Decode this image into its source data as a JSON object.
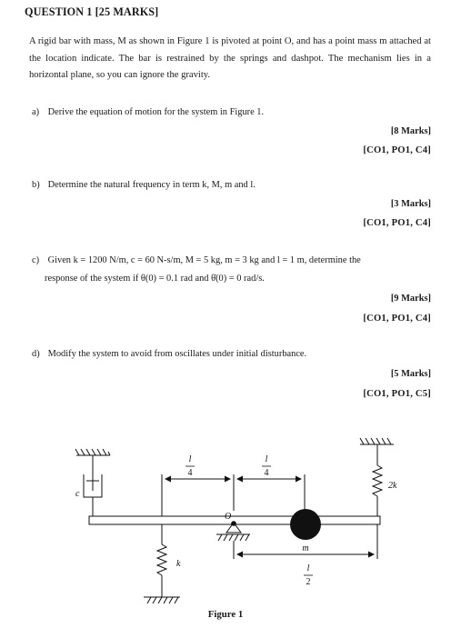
{
  "title": "QUESTION 1 [25 MARKS]",
  "intro": "A rigid bar with mass, M as shown in Figure 1 is pivoted at point O, and has a point mass m attached at the location indicate. The bar is restrained by the springs and dashpot. The mechanism lies in a horizontal plane, so you can ignore the gravity.",
  "questions": [
    {
      "label": "a)",
      "text": "Derive the equation of motion for the system in Figure 1.",
      "marks": "[8 Marks]",
      "co": "[CO1, PO1, C4]"
    },
    {
      "label": "b)",
      "text": "Determine the natural frequency in term k, M, m and l.",
      "marks": "[3 Marks]",
      "co": "[CO1, PO1, C4]"
    },
    {
      "label": "c)",
      "text": "Given k = 1200 N/m, c = 60 N-s/m, M = 5 kg, m = 3 kg and l = 1 m, determine the",
      "text2": "response of the system if θ(0) = 0.1 rad and θ̇(0) = 0 rad/s.",
      "marks": "[9 Marks]",
      "co": "[CO1, PO1, C4]"
    },
    {
      "label": "d)",
      "text": "Modify the system to avoid from oscillates under initial disturbance.",
      "marks": "[5 Marks]",
      "co": "[CO1, PO1, C5]"
    }
  ],
  "figure": {
    "caption": "Figure 1",
    "label_c": "c",
    "label_k": "k",
    "label_2k": "2k",
    "label_O": "O",
    "label_m": "m",
    "frac_num": "l",
    "frac_den_4": "4",
    "frac_den_2": "2"
  }
}
